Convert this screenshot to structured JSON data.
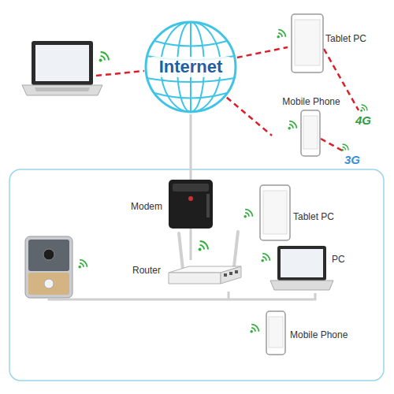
{
  "diagram": {
    "nodes": [
      {
        "text": [
          "Internet"
        ]
      },
      {
        "text": [
          "Tablet PC"
        ]
      },
      {
        "text": [
          "Mobile Phone"
        ]
      },
      {
        "text": [
          "Modem"
        ]
      },
      {
        "text": [
          "Router"
        ]
      },
      {
        "text": [
          "Tablet PC"
        ]
      },
      {
        "text": [
          "PC"
        ]
      },
      {
        "text": [
          "Mobile Phone"
        ]
      }
    ],
    "edges": [
      {
        "from": 0,
        "to": 1,
        "arrow": "none"
      },
      {
        "from": 0,
        "to": 2,
        "arrow": "none"
      },
      {
        "from": 0,
        "to": 3,
        "arrow": "none"
      },
      {
        "from": 3,
        "to": 4,
        "arrow": "none"
      },
      {
        "from": 4,
        "to": 6,
        "arrow": "none"
      }
    ],
    "labels": [
      "4G",
      "3G"
    ]
  }
}
